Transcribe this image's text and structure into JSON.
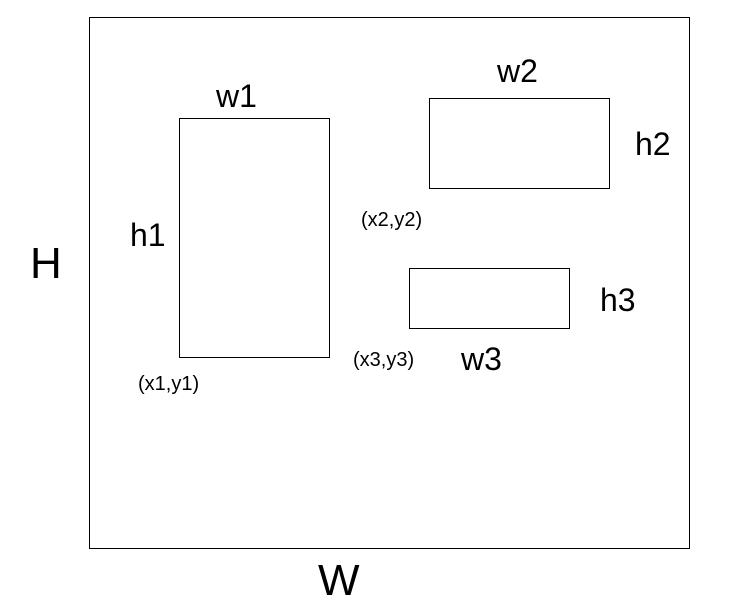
{
  "canvas": {
    "outer_width_label": "W",
    "outer_height_label": "H"
  },
  "rects": [
    {
      "id": "rect-1",
      "width_label": "w1",
      "height_label": "h1",
      "corner_label": "(x1,y1)"
    },
    {
      "id": "rect-2",
      "width_label": "w2",
      "height_label": "h2",
      "corner_label": "(x2,y2)"
    },
    {
      "id": "rect-3",
      "width_label": "w3",
      "height_label": "h3",
      "corner_label": "(x3,y3)"
    }
  ],
  "colors": {
    "stroke": "#000000",
    "background": "#ffffff",
    "text": "#000000"
  }
}
